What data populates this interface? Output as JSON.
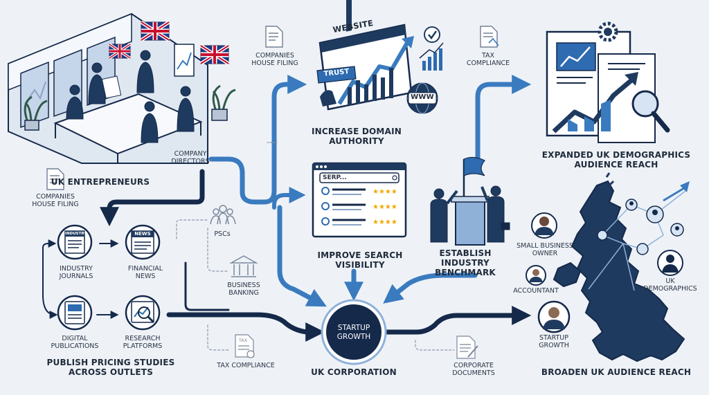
{
  "labels": {
    "uk_entrepreneurs": "UK ENTREPRENEURS",
    "company_directors": "COMPANY\nDIRECTORS",
    "companies_house_filing_top": "COMPANIES\nHOUSE FILING",
    "companies_house_filing_left": "COMPANIES\nHOUSE FILING",
    "website": "WEBSITE",
    "trust": "TRUST",
    "www": "WWW",
    "increase_domain_authority": "INCREASE DOMAIN\nAUTHORITY",
    "tax_compliance_top": "TAX\nCOMPLIANCE",
    "expanded_demographics": "EXPANDED UK DEMOGRAPHICS\nAUDIENCE REACH",
    "serp": "SERP...",
    "improve_search_visibility": "IMPROVE SEARCH\nVISIBILITY",
    "establish_benchmark": "ESTABLISH\nINDUSTRY\nBENCHMARK",
    "industry_icon": "INDUSTRY",
    "news_icon": "NEWS",
    "industry_journals": "INDUSTRY\nJOURNALS",
    "financial_news": "FINANCIAL\nNEWS",
    "digital_publications": "DIGITAL\nPUBLICATIONS",
    "research_platforms": "RESEARCH\nPLATFORMS",
    "publish_pricing": "PUBLISH PRICING STUDIES\nACROSS OUTLETS",
    "pscs": "PSCs",
    "business_banking": "BUSINESS\nBANKING",
    "tax_icon": "TAX",
    "tax_compliance_bottom": "TAX COMPLIANCE",
    "startup_growth_core": "STARTUP\nGROWTH",
    "uk_corporation": "UK CORPORATION",
    "corporate_documents": "CORPORATE\nDOCUMENTS",
    "small_business_owner": "SMALL BUSINESS\nOWNER",
    "accountant": "ACCOUNTANT",
    "uk_demographics": "UK\nDEMOGRAPHICS",
    "startup_growth_map": "STARTUP\nGROWTH",
    "broaden_reach": "BROADEN UK AUDIENCE REACH"
  },
  "colors": {
    "navy": "#1f3a5f",
    "dark_navy": "#15294a",
    "accent_blue": "#3a7bbf",
    "light_blue": "#d6e4f3",
    "flag_red": "#c8102e",
    "star_gold": "#f2a900",
    "background": "#eef2f7"
  },
  "icons": [
    "office-scene-icon",
    "document-icon",
    "website-browser-icon",
    "growth-chart-icon",
    "search-magnifier-icon",
    "gear-icon",
    "serp-window-icon",
    "flag-podium-icon",
    "journal-icon",
    "newspaper-icon",
    "digital-publication-icon",
    "research-icon",
    "people-icon",
    "bank-icon",
    "tax-document-icon",
    "uk-map-icon",
    "person-avatar-icon"
  ]
}
